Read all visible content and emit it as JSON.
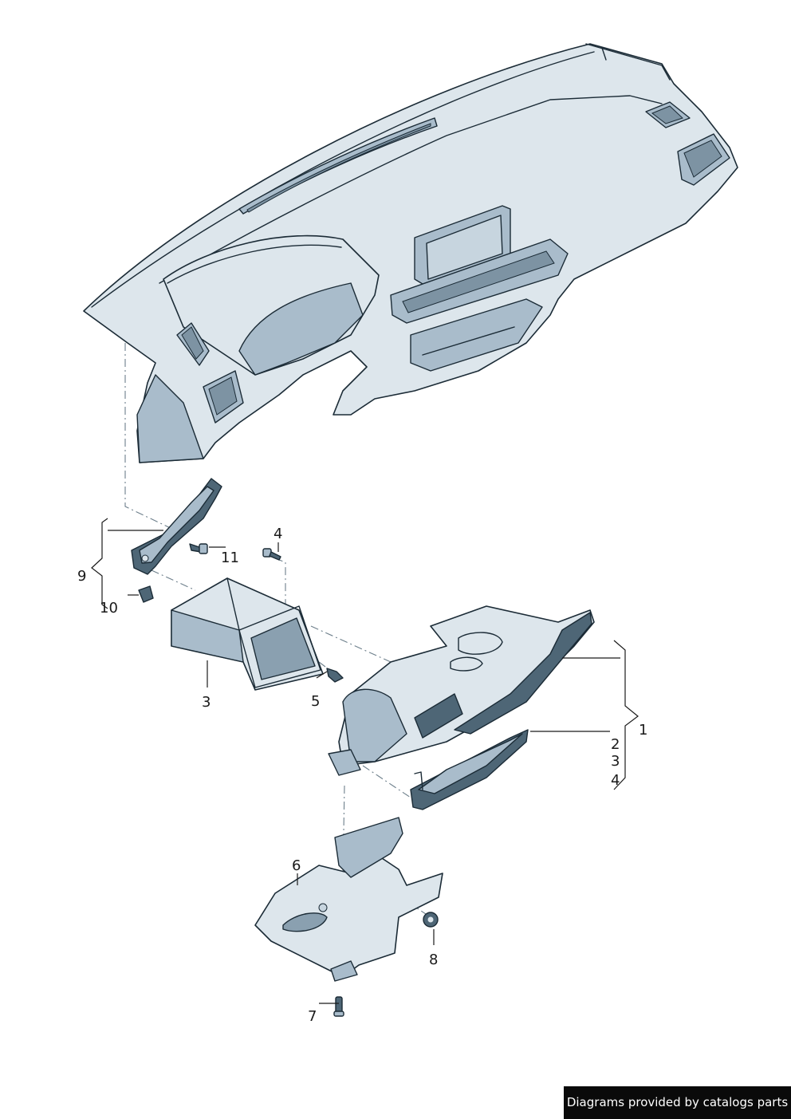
{
  "callouts": {
    "c1": "1",
    "c2": "2",
    "c3a": "3",
    "c3b": "3",
    "c4a": "4",
    "c4b": "4",
    "c5": "5",
    "c6": "6",
    "c7": "7",
    "c8": "8",
    "c9": "9",
    "c10": "10",
    "c11": "11"
  },
  "credit": "Diagrams provided by catalogs parts",
  "colors": {
    "part_fill": "#dde6ec",
    "part_shade": "#a9bccb",
    "outline": "#1b2b36",
    "credit_bg": "#0a0a0a"
  }
}
